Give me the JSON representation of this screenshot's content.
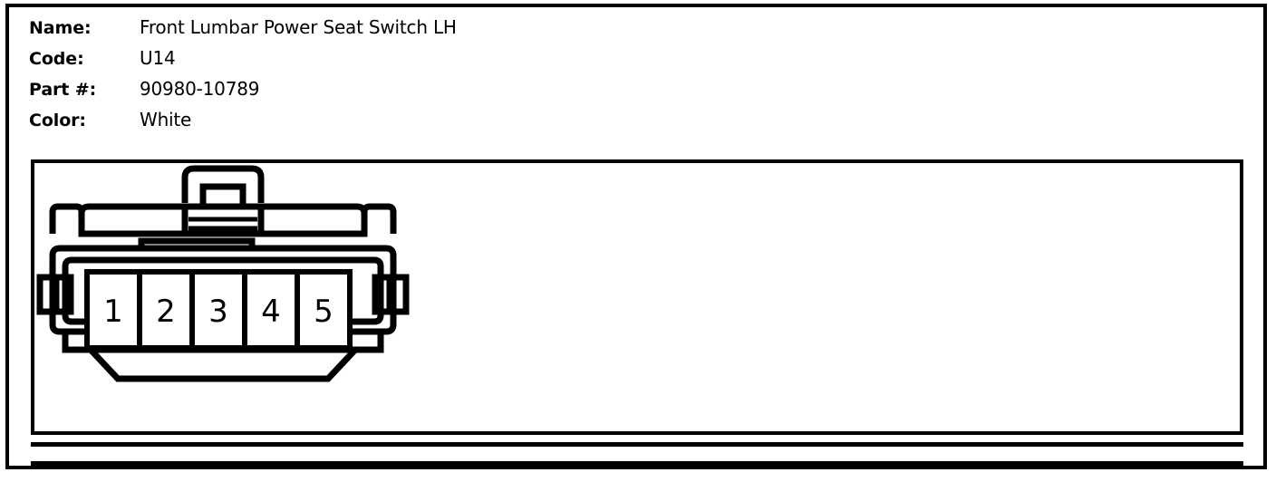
{
  "card": {
    "title": "connector-information-card"
  },
  "spec": {
    "rows": [
      {
        "label": "Name:",
        "value": "Front Lumbar Power Seat Switch LH"
      },
      {
        "label": "Code:",
        "value": "U14"
      },
      {
        "label": "Part #:",
        "value": "90980-10789"
      },
      {
        "label": "Color:",
        "value": "White"
      }
    ]
  },
  "diagram": {
    "alt": "5-way connector face view",
    "pins": [
      {
        "number": "1"
      },
      {
        "number": "2"
      },
      {
        "number": "3"
      },
      {
        "number": "4"
      },
      {
        "number": "5"
      }
    ],
    "pin_count": 5,
    "features": [
      "top-latch-tab",
      "left-wing-tab",
      "right-wing-tab",
      "left-side-lock-tab",
      "right-side-lock-tab",
      "bottom-skirt"
    ]
  },
  "colors": {
    "line": "#000000",
    "background": "#ffffff"
  }
}
